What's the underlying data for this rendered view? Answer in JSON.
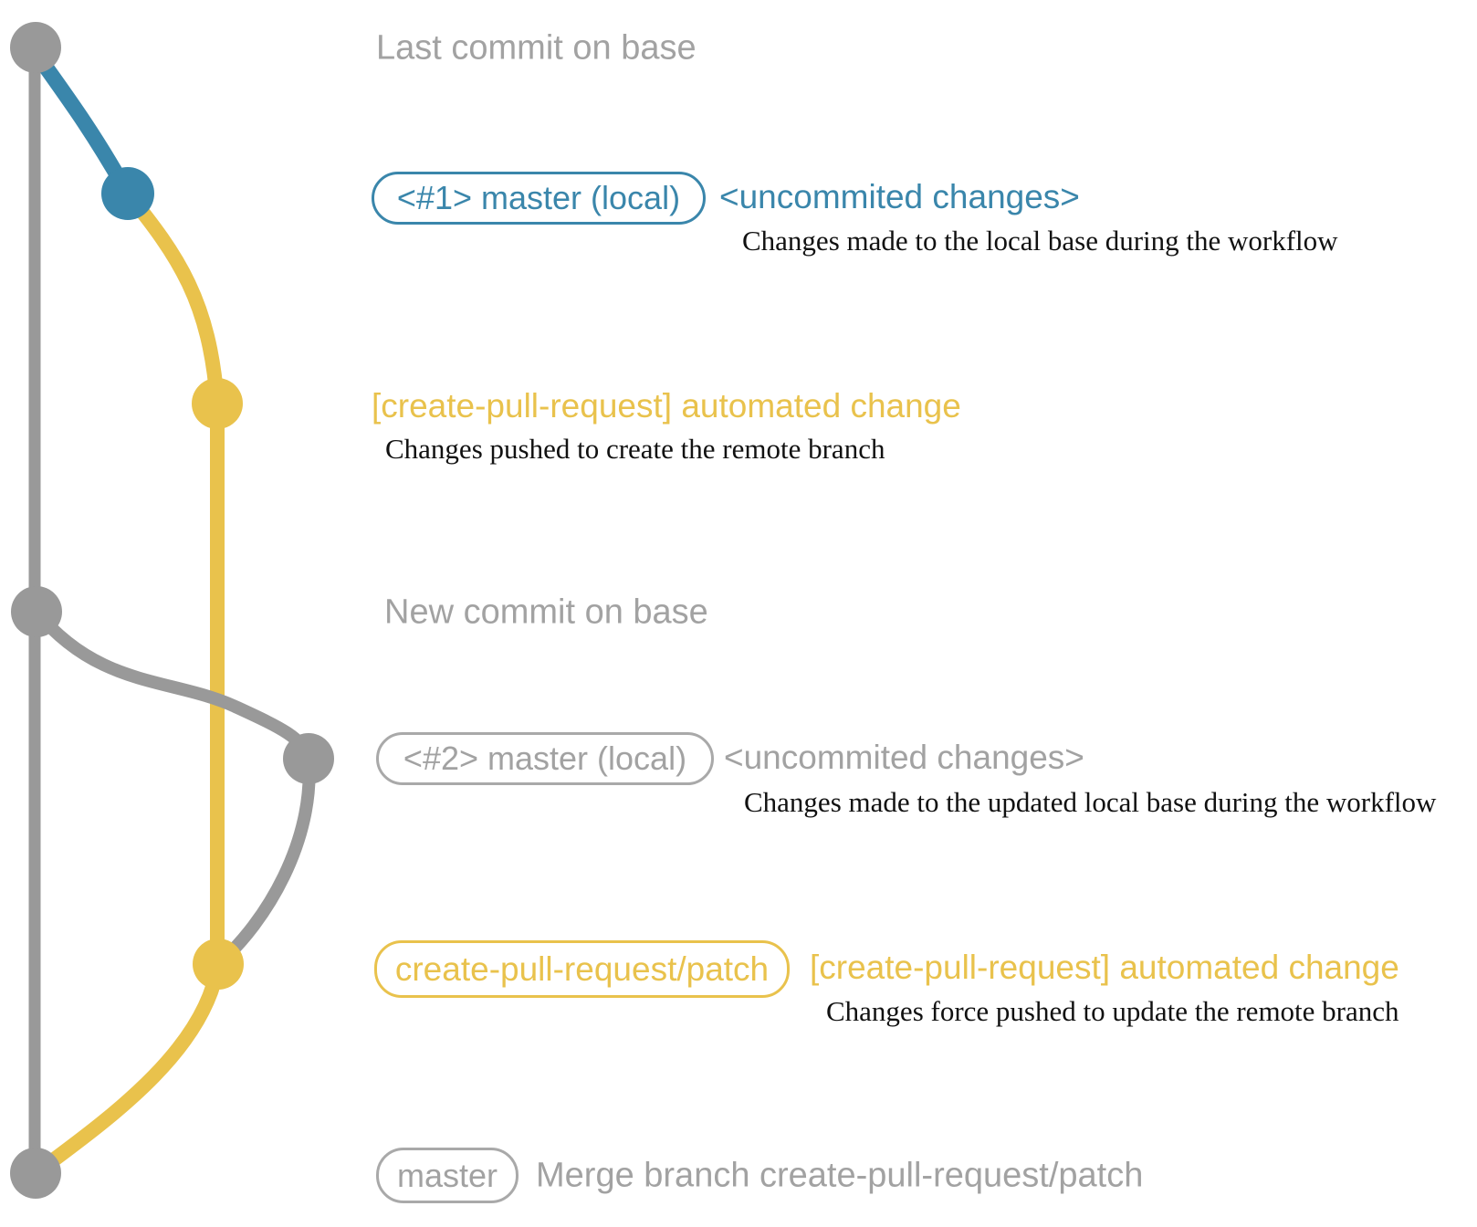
{
  "colors": {
    "base_gray": "#999999",
    "local_blue": "#3a86ab",
    "patch_yellow": "#e9c24c",
    "heading_gray": "#a2a2a2",
    "badge_border_gray": "#a9a9a9",
    "annotation_black": "#111111"
  },
  "rows": {
    "last_commit": {
      "label": "Last commit on base"
    },
    "local1": {
      "badge": "<#1> master (local)",
      "title": "<uncommited changes>",
      "desc": "Changes made to the local base during the workflow"
    },
    "push1": {
      "title": "[create-pull-request] automated change",
      "desc": "Changes pushed to create the remote branch"
    },
    "new_commit": {
      "label": "New commit on base"
    },
    "local2": {
      "badge": "<#2> master (local)",
      "title": "<uncommited changes>",
      "desc": "Changes made to the updated local base during the workflow"
    },
    "push2": {
      "badge": "create-pull-request/patch",
      "title": "[create-pull-request] automated change",
      "desc": "Changes force pushed to update the remote branch"
    },
    "merge": {
      "badge": "master",
      "title": "Merge branch create-pull-request/patch"
    }
  }
}
